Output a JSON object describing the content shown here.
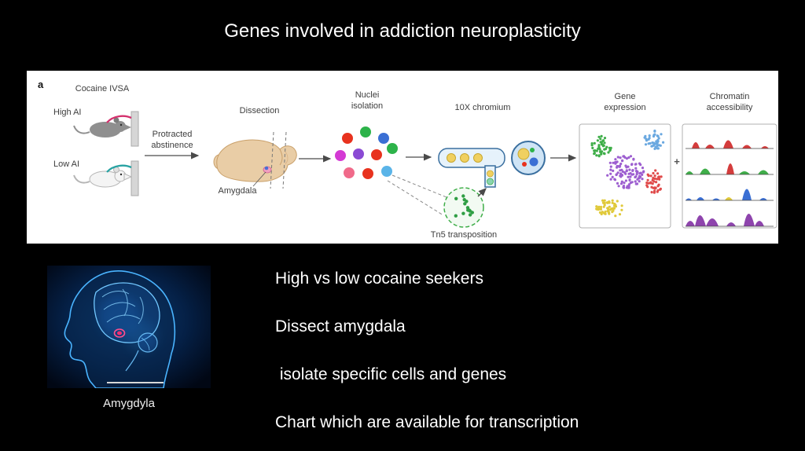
{
  "slide": {
    "title": "Genes involved in addiction neuroplasticity",
    "notes": [
      "High vs low cocaine seekers",
      "Dissect amygdala",
      " isolate specific cells and genes",
      "Chart which are available for transcription"
    ],
    "image_caption": "Amygdyla"
  },
  "figure": {
    "panel_label": "a",
    "labels": {
      "cocaine_ivsa": "Cocaine IVSA",
      "high_ai": "High AI",
      "low_ai": "Low AI",
      "protracted": [
        "Protracted",
        "abstinence"
      ],
      "dissection": "Dissection",
      "amygdala": "Amygdala",
      "nuclei": [
        "Nuclei",
        "isolation"
      ],
      "chromium": "10X chromium",
      "tn5": "Tn5 transposition",
      "gene_expression": [
        "Gene",
        "expression"
      ],
      "plus": "+",
      "chromatin": [
        "Chromatin",
        "accessibility"
      ]
    }
  },
  "colors": {
    "slide_background": "#000000",
    "figure_background": "#ffffff",
    "title_text": "#ffffff",
    "high_ai_catheter": "#d4326e",
    "low_ai_catheter": "#29a3a3",
    "cluster_green": "#3fae49",
    "cluster_purple": "#9d5fd0",
    "cluster_blue": "#6aa8e0",
    "cluster_red": "#e04a4a",
    "cluster_yellow": "#e0c93a",
    "tn5_green": "#2f9e44",
    "track_red": "#d43c3c",
    "track_green": "#3fae49",
    "track_blue": "#3a6fd4",
    "track_purple": "#8e44ad",
    "brain_glow_blue": "#4ab4ff",
    "amygdala_marker": "#ff2a70"
  }
}
